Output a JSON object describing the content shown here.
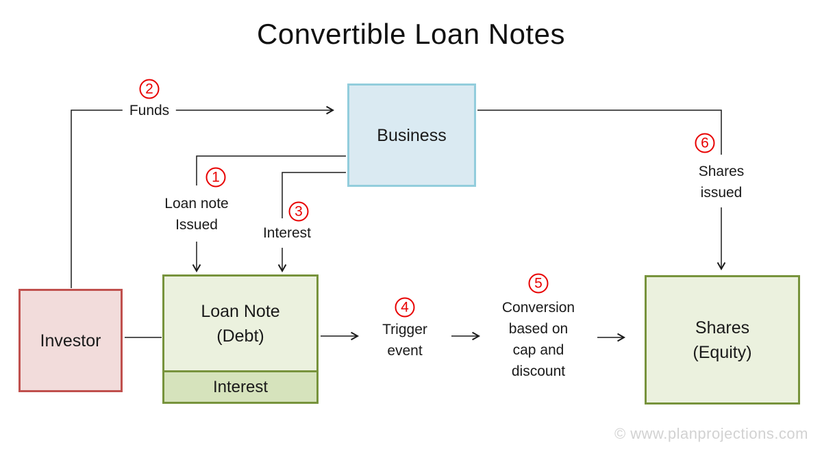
{
  "title": "Convertible Loan Notes",
  "nodes": {
    "business": {
      "label": "Business"
    },
    "investor": {
      "label": "Investor"
    },
    "loan_note": {
      "line1": "Loan Note",
      "line2": "(Debt)",
      "sub_section": "Interest"
    },
    "shares": {
      "line1": "Shares",
      "line2": "(Equity)"
    }
  },
  "steps": {
    "step1": {
      "num": "1",
      "line1": "Loan note",
      "line2": "Issued"
    },
    "step2": {
      "num": "2",
      "line1": "Funds"
    },
    "step3": {
      "num": "3",
      "line1": "Interest"
    },
    "step4": {
      "num": "4",
      "line1": "Trigger",
      "line2": "event"
    },
    "step5": {
      "num": "5",
      "line1": "Conversion",
      "line2": "based on",
      "line3": "cap and",
      "line4": "discount"
    },
    "step6": {
      "num": "6",
      "line1": "Shares",
      "line2": "issued"
    }
  },
  "watermark": "© www.planprojections.com",
  "colors": {
    "business_fill": "#daeaf2",
    "business_border": "#92cddc",
    "investor_fill": "#f2dcdb",
    "investor_border": "#c0504d",
    "green_fill": "#ebf1de",
    "green_border": "#77933c",
    "interest_fill": "#d6e3bc",
    "step_red": "#e80000",
    "line_color": "#1a1a1a",
    "watermark_color": "#d2d2d2"
  }
}
